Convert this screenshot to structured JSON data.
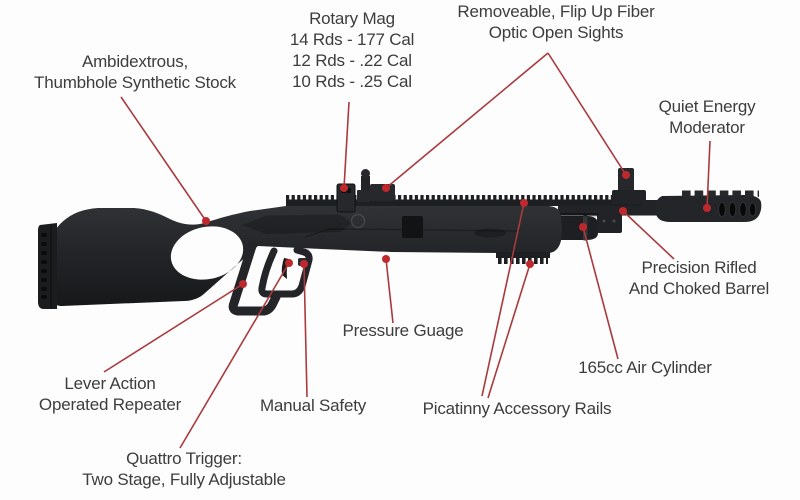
{
  "page": {
    "background_color": "#fdfdfd"
  },
  "diagram": {
    "subject": "lever-action PCP air rifle feature callout diagram",
    "colors": {
      "rifle_body": "#222428",
      "callout_line": "#a93a3e",
      "callout_dot": "#bf282d",
      "label_text": "#3d3d3d"
    },
    "labels": {
      "stock": {
        "line1": "Ambidextrous,",
        "line2": "Thumbhole Synthetic Stock"
      },
      "rotary_mag": {
        "line1": "Rotary Mag",
        "line2": "14 Rds - 177 Cal",
        "line3": "12 Rds - .22 Cal",
        "line4": "10 Rds - .25 Cal"
      },
      "open_sights": {
        "line1": "Removeable, Flip Up Fiber",
        "line2": "Optic Open Sights"
      },
      "moderator": {
        "line1": "Quiet Energy",
        "line2": "Moderator"
      },
      "barrel": {
        "line1": "Precision Rifled",
        "line2": "And Choked Barrel"
      },
      "air_cylinder": {
        "line1": "165cc Air Cylinder"
      },
      "picatinny_rails": {
        "line1": "Picatinny Accessory Rails"
      },
      "pressure_gauge": {
        "line1": "Pressure Guage"
      },
      "manual_safety": {
        "line1": "Manual Safety"
      },
      "lever_action": {
        "line1": "Lever Action",
        "line2": "Operated Repeater"
      },
      "quattro_trigger": {
        "line1": "Quattro Trigger:",
        "line2": "Two Stage, Fully Adjustable"
      }
    }
  }
}
